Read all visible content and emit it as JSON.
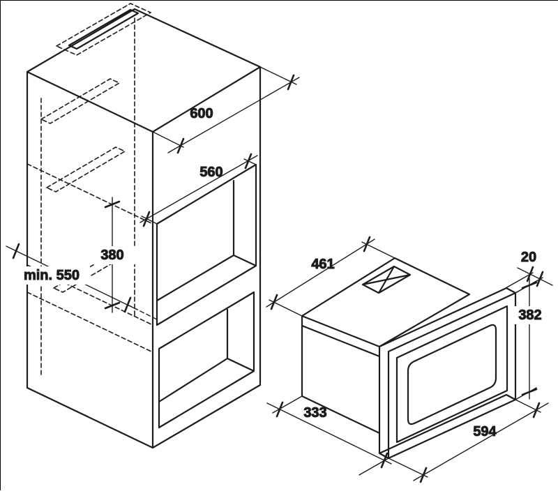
{
  "figure": {
    "bg": "#ffffff",
    "ink": "#1c1c1c"
  },
  "cabinet": {
    "name": "tall-housing-unit-with-niche",
    "dims": {
      "overall_width": "600",
      "niche_width": "560",
      "niche_height": "380",
      "min_depth": "min. 550"
    }
  },
  "appliance": {
    "name": "built-in-microwave-oven",
    "dims": {
      "body_width": "461",
      "frame_depth": "20",
      "frame_height": "382",
      "body_depth": "333",
      "frame_width": "594"
    }
  }
}
